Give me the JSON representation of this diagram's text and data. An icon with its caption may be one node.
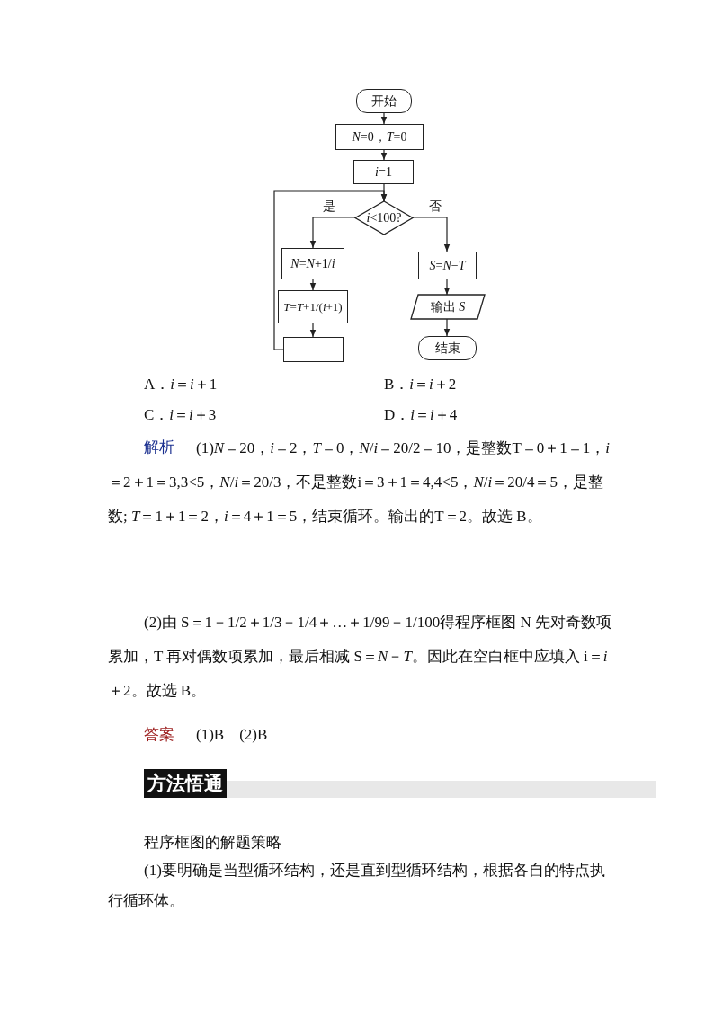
{
  "diagram": {
    "nodes": [
      {
        "text": [
          "开始"
        ]
      },
      {
        "text": [
          "*N*=0，*T*=0"
        ]
      },
      {
        "text": [
          "*i*=1"
        ]
      },
      {
        "text": [
          "*i*<100?"
        ]
      },
      {
        "text": [
          "*N*=*N*+1/*i*"
        ]
      },
      {
        "text": [
          "*T*=*T*+1/(*i*+1)"
        ]
      },
      {
        "text": [],
        "shape": "box"
      },
      {
        "text": [
          "*S*=*N*−*T*"
        ]
      },
      {
        "text": [
          "输出 *S*"
        ]
      },
      {
        "text": [
          "结束"
        ]
      }
    ],
    "edges": [
      {
        "from": 0,
        "to": 1,
        "arrow": "to"
      },
      {
        "from": 1,
        "to": 2,
        "arrow": "to"
      },
      {
        "from": 2,
        "to": 3,
        "arrow": "to"
      },
      {
        "from": 3,
        "to": 4,
        "arrow": "to",
        "label": "是"
      },
      {
        "from": 3,
        "to": 7,
        "arrow": "to",
        "label": "否"
      },
      {
        "from": 4,
        "to": 5,
        "arrow": "to"
      },
      {
        "from": 5,
        "to": 6,
        "arrow": "to"
      },
      {
        "from": 6,
        "to": 3,
        "arrow": "to"
      },
      {
        "from": 7,
        "to": 8,
        "arrow": "to"
      },
      {
        "from": 8,
        "to": 9,
        "arrow": "to"
      }
    ],
    "labels": [
      "A．*i*＝*i*＋1",
      "B．*i*＝*i*＋2",
      "C．*i*＝*i*＋3",
      "D．*i*＝*i*＋4",
      "解析",
      "(1)*N*＝20，*i*＝2，*T*＝0，*N*/*i*＝20/2＝10，是整数T＝0＋1＝1，*i*＝2＋1＝3,3<5，*N*/*i*＝20/3，不是整数i＝3＋1＝4,4<5，*N*/*i*＝20/4＝5，是整数; *T*＝1＋1＝2，*i*＝4＋1＝5，结束循环。输出的T＝2。故选 B。",
      "(2)由 S＝1－1/2＋1/3－1/4＋…＋1/99－1/100得程序框图 N 先对奇数项累加，T 再对偶数项累加，最后相减 S＝*N*－*T*。因此在空白框中应填入 i＝*i*＋2。故选 B。",
      "答案",
      "(1)B　(2)B",
      "方法悟通",
      "程序框图的解题策略",
      "(1)要明确是当型循环结构，还是直到型循环结构，根据各自的特点执行循环体。"
    ]
  }
}
